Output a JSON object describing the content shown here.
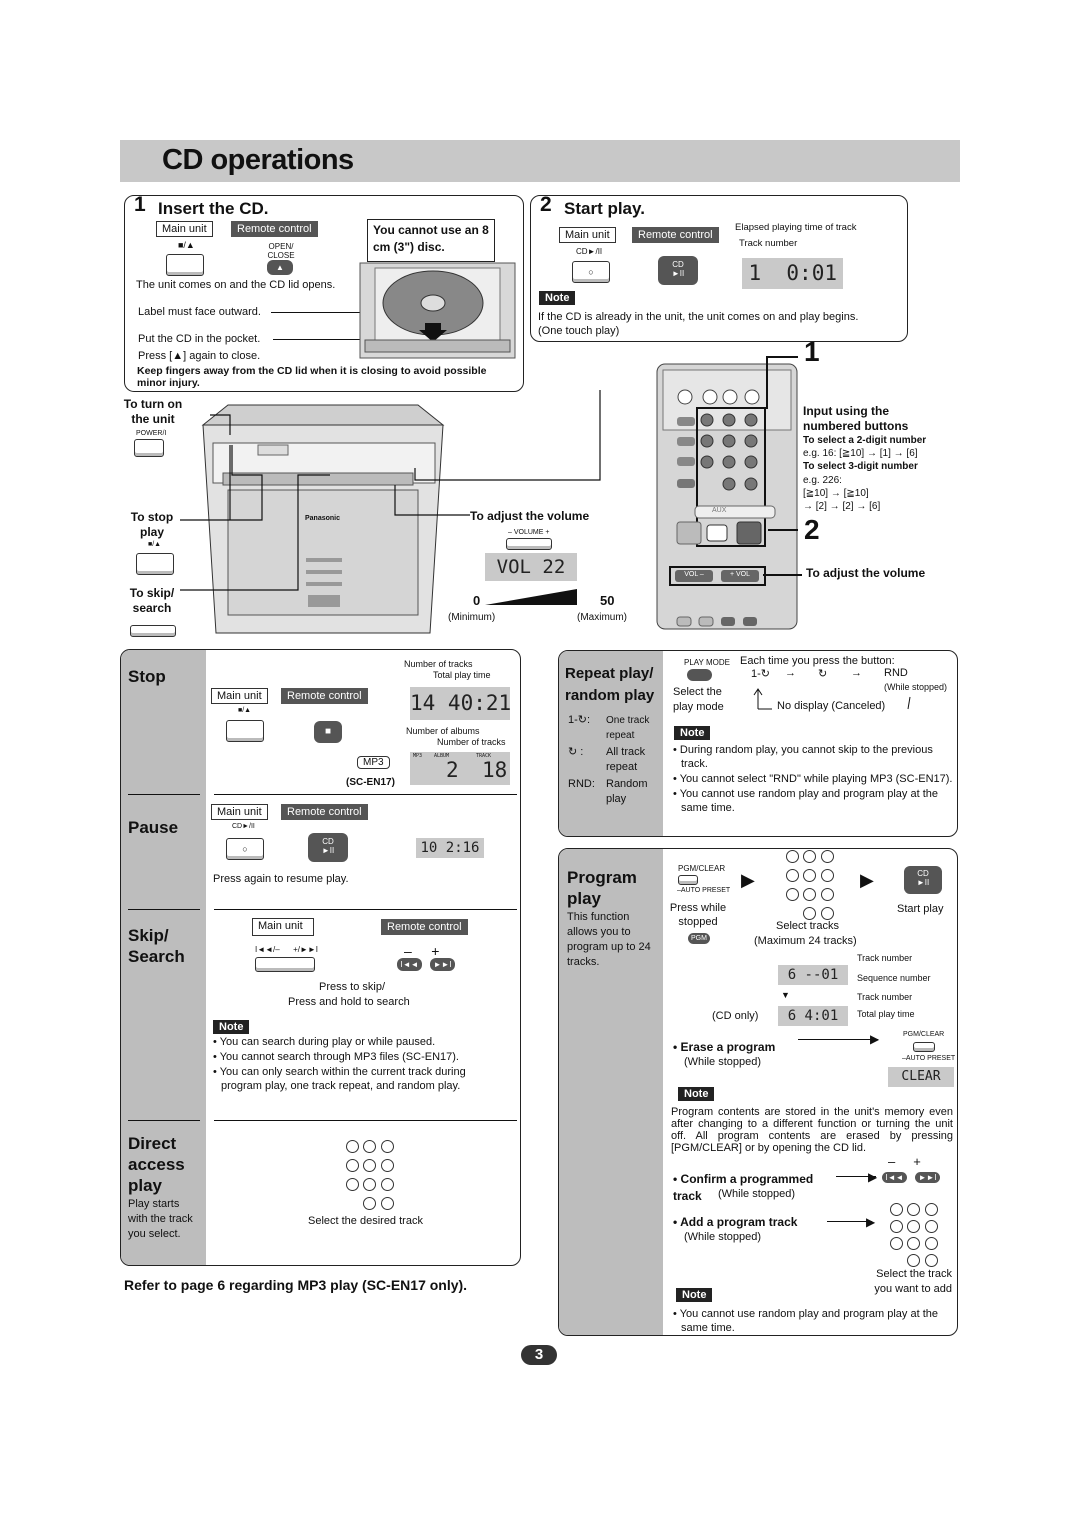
{
  "page": {
    "title": "CD operations",
    "page_number": "3"
  },
  "insert": {
    "step": "1",
    "heading": "Insert the CD.",
    "main_unit": "Main unit",
    "remote_control": "Remote control",
    "stop_eject_sym": "■/▲",
    "open_close": "OPEN/ CLOSE",
    "warning_box": "You cannot use an 8 cm (3\") disc.",
    "lid_opens": "The unit comes on and the CD lid opens.",
    "label_outward": "Label must face outward.",
    "put_cd": "Put the CD in the pocket.",
    "press_again": "Press [▲] again to close.",
    "caution": "Keep fingers away from the CD lid when it is closing to avoid possible minor injury."
  },
  "start": {
    "step": "2",
    "heading": "Start play.",
    "main_unit": "Main unit",
    "remote_control": "Remote control",
    "cd_play_sym": "CD►/II",
    "elapsed_label": "Elapsed playing time of track",
    "track_label": "Track number",
    "display": "1  0:01",
    "note": "Note",
    "note_text": "If the CD is already in the unit, the unit comes on and play begins.",
    "one_touch": "(One touch play)"
  },
  "unit": {
    "to_turn_on": "To turn on the unit",
    "power": "POWER/I",
    "to_stop": "To stop play",
    "to_skip": "To skip/ search",
    "to_adjust": "To adjust the volume",
    "volume_label": "– VOLUME +",
    "vol_display": "VOL 22",
    "vol_min": "0",
    "vol_max": "50",
    "min_label": "(Minimum)",
    "max_label": "(Maximum)",
    "brand": "Panasonic"
  },
  "remote": {
    "callout1": "1",
    "callout2": "2",
    "input_heading": "Input using the numbered buttons",
    "two_digit": "To select a 2-digit number",
    "two_digit_eg": "e.g. 16: [≧10] → [1] → [6]",
    "three_digit": "To select 3-digit number",
    "three_digit_eg1": "e.g. 226:",
    "three_digit_eg2": "[≧10] → [≧10]",
    "three_digit_eg3": "→ [2] → [2] → [6]",
    "adjust_volume": "To adjust the volume",
    "aux": "AUX",
    "vol_minus": "VOL –",
    "vol_plus": "+ VOL"
  },
  "stop": {
    "heading": "Stop",
    "main_unit": "Main unit",
    "remote_control": "Remote control",
    "num_tracks": "Number of tracks",
    "total_time": "Total play time",
    "display1": "14 40:21",
    "num_albums": "Number of albums",
    "num_tracks2": "Number of tracks",
    "mp3": "MP3",
    "model": "(SC-EN17)",
    "display2a": "2",
    "display2b": "18",
    "mp3_label": "MP3",
    "album_label": "ALBUM",
    "track_label": "TRACK"
  },
  "pause": {
    "heading": "Pause",
    "main_unit": "Main unit",
    "remote_control": "Remote control",
    "display": "10 2:16",
    "resume": "Press again to resume play."
  },
  "skip": {
    "heading": "Skip/ Search",
    "main_unit": "Main unit",
    "remote_control": "Remote control",
    "press_skip": "Press to skip/",
    "press_hold": "Press and hold to search",
    "note": "Note",
    "notes": [
      "You can search during play or while paused.",
      "You cannot search through MP3 files (SC-EN17).",
      "You can only search within the current track during program play, one track repeat, and random play."
    ]
  },
  "direct": {
    "heading": "Direct access play",
    "desc": "Play starts with the track you select.",
    "select": "Select the desired track"
  },
  "refer": "Refer to page 6 regarding MP3 play (SC-EN17 only).",
  "repeat": {
    "heading": "Repeat play/ random play",
    "play_mode": "PLAY MODE",
    "each_time": "Each time you press the button:",
    "seq1": "1-↻",
    "seq2": "↻",
    "seq3": "RND",
    "while_stopped": "(While stopped)",
    "select_mode": "Select the play mode",
    "no_display": "No display (Canceled)",
    "modes": [
      {
        "code": "1-↻:",
        "desc": "One track repeat"
      },
      {
        "code": "↻ :",
        "desc": "All track repeat"
      },
      {
        "code": "RND:",
        "desc": "Random play"
      }
    ],
    "note": "Note",
    "notes": [
      "During random play, you cannot skip to the previous track.",
      "You cannot select \"RND\" while playing MP3 (SC-EN17).",
      "You cannot use random play and program play at the same time."
    ]
  },
  "program": {
    "heading": "Program play",
    "desc": "This function allows you to program up to 24 tracks.",
    "pgm_clear": "PGM/CLEAR",
    "auto_preset": "–AUTO PRESET",
    "press_while": "Press while stopped",
    "pgm": "PGM",
    "select_tracks": "Select tracks",
    "max_tracks": "(Maximum 24 tracks)",
    "start_play": "Start play",
    "track_number": "Track number",
    "display1": "6 --01",
    "sequence_number": "Sequence number",
    "track_number2": "Track number",
    "cd_only": "(CD only)",
    "display2": "6 4:01",
    "total_play_time": "Total play time",
    "erase": "Erase a program",
    "while_stopped": "(While stopped)",
    "clear_display": "CLEAR",
    "note": "Note",
    "note_text": "Program contents are stored in the unit's memory even after changing to a different function or turning the unit off. All program contents are erased by pressing [PGM/CLEAR] or by opening the CD lid.",
    "confirm": "Confirm a programmed track",
    "confirm_while": "(While stopped)",
    "add": "Add a program track",
    "add_while": "(While stopped)",
    "select_add": "Select the track you want to add",
    "note2": "Note",
    "note2_text": "You cannot use random play and program play at the same time."
  }
}
